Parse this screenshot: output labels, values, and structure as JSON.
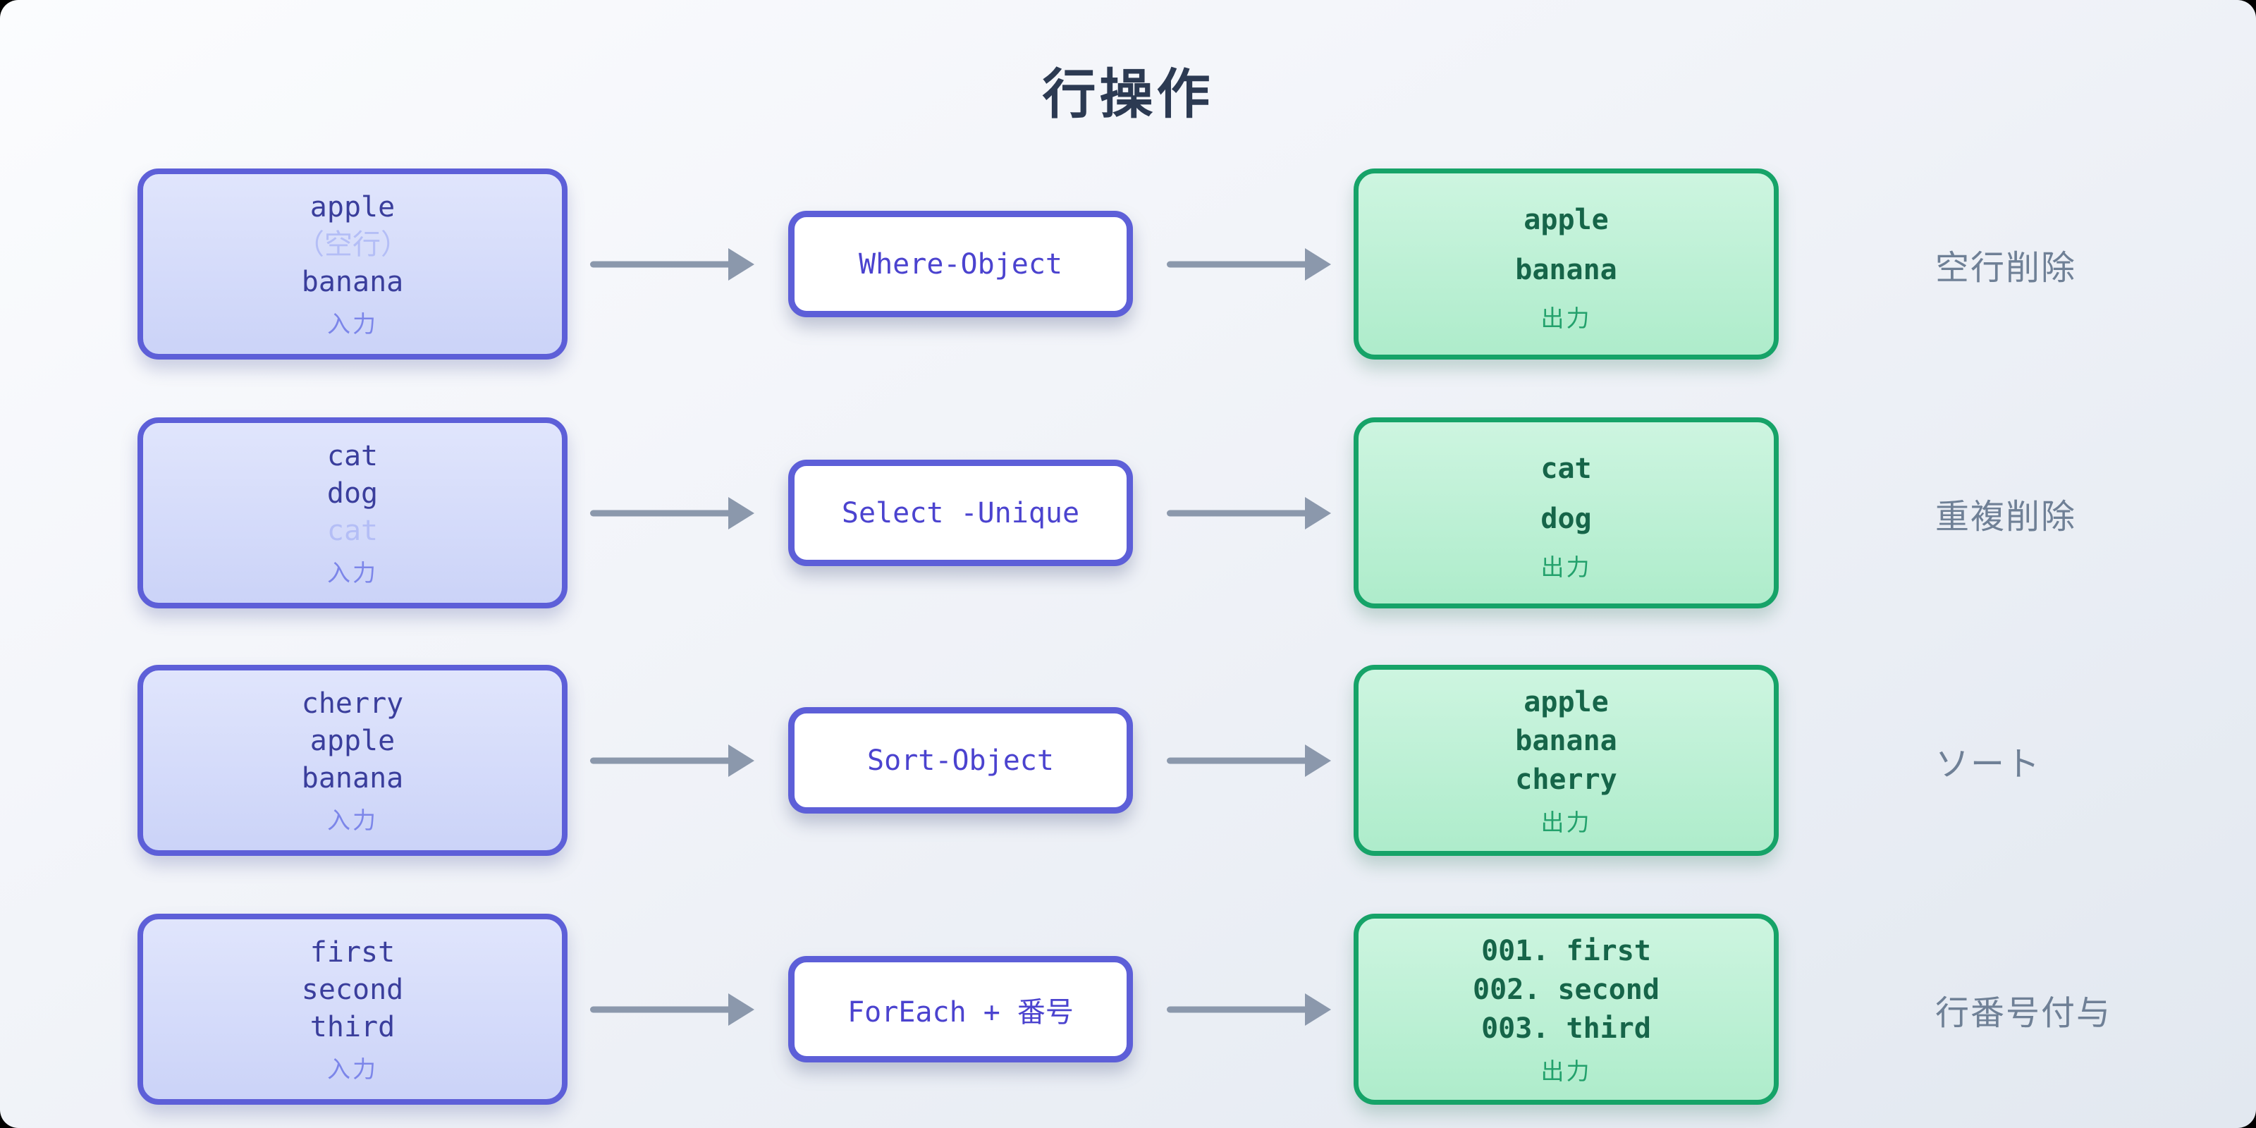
{
  "title": "行操作",
  "rows": [
    {
      "caption": "空行削除",
      "command": "Where-Object",
      "input": {
        "label": "入力",
        "lines": [
          {
            "text": "apple",
            "muted": false
          },
          {
            "text": "（空行）",
            "muted": true
          },
          {
            "text": "banana",
            "muted": false
          }
        ]
      },
      "output": {
        "label": "出力",
        "lines": [
          "apple",
          "banana"
        ]
      }
    },
    {
      "caption": "重複削除",
      "command": "Select -Unique",
      "input": {
        "label": "入力",
        "lines": [
          {
            "text": "cat",
            "muted": false
          },
          {
            "text": "dog",
            "muted": false
          },
          {
            "text": "cat",
            "muted": true
          }
        ]
      },
      "output": {
        "label": "出力",
        "lines": [
          "cat",
          "dog"
        ]
      }
    },
    {
      "caption": "ソート",
      "command": "Sort-Object",
      "input": {
        "label": "入力",
        "lines": [
          {
            "text": "cherry",
            "muted": false
          },
          {
            "text": "apple",
            "muted": false
          },
          {
            "text": "banana",
            "muted": false
          }
        ]
      },
      "output": {
        "label": "出力",
        "lines": [
          "apple",
          "banana",
          "cherry"
        ]
      }
    },
    {
      "caption": "行番号付与",
      "command": "ForEach + 番号",
      "input": {
        "label": "入力",
        "lines": [
          {
            "text": "first",
            "muted": false
          },
          {
            "text": "second",
            "muted": false
          },
          {
            "text": "third",
            "muted": false
          }
        ]
      },
      "output": {
        "label": "出力",
        "lines": [
          "001. first",
          "002. second",
          "003. third"
        ]
      }
    }
  ],
  "colors": {
    "accent_indigo": "#5d5fd8",
    "accent_green": "#16a368",
    "input_text": "#3a3e9c",
    "input_muted_text": "#b4bef6",
    "output_text": "#166549",
    "command_text": "#4b43cf",
    "arrow": "#8b98ac",
    "caption_text": "#6f8096",
    "title_text": "#2c3a52"
  }
}
